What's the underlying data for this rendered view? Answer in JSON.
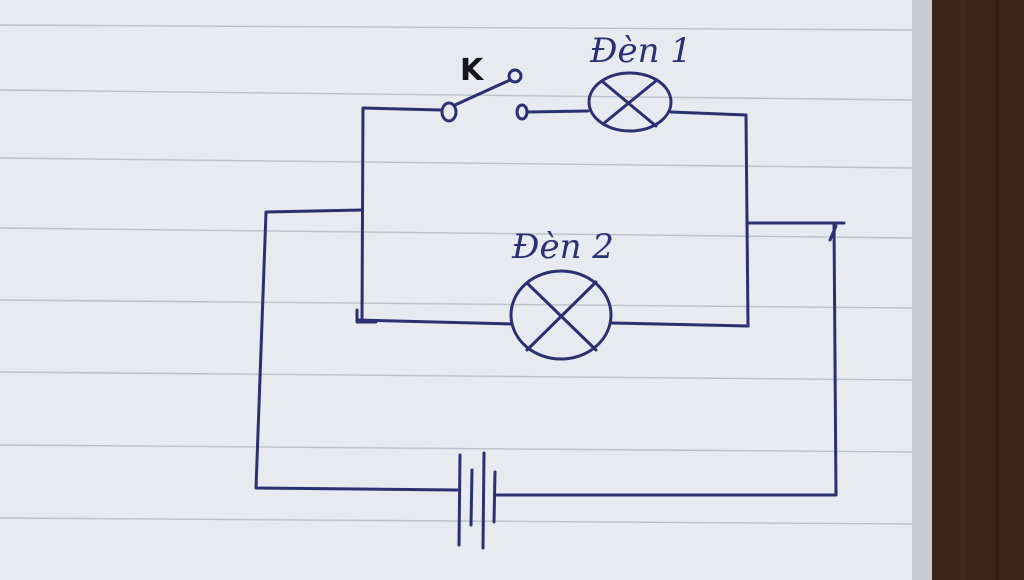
{
  "diagram": {
    "switch_label": "K",
    "lamp1_label": "Đèn 1",
    "lamp2_label": "Đèn 2"
  },
  "colors": {
    "paper": "#e7eaee",
    "rule_line": "#b9c1cb",
    "ink": "#2b3170",
    "k_label": "#15151b",
    "wood": "#3a2418",
    "page_edge": "#c8ccd2"
  },
  "icons": {
    "switch": "open-switch-icon",
    "lamp": "lamp-icon",
    "battery": "battery-icon"
  }
}
